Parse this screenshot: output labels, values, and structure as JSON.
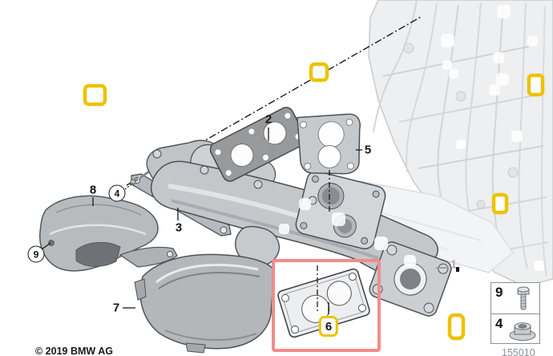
{
  "diagram": {
    "description": "Exploded technical parts drawing of an exhaust manifold with gaskets, heat shields, bracket and fasteners next to an engine block"
  },
  "callouts": {
    "c1": "1",
    "c2": "2",
    "c3": "3",
    "c4": "4",
    "c5": "5",
    "c6": "6",
    "c7": "7",
    "c8": "8",
    "c9": "9"
  },
  "legend": {
    "rows": [
      {
        "label": "9",
        "icon": "hex-head-bolt-icon"
      },
      {
        "label": "4",
        "icon": "flange-nut-icon"
      }
    ]
  },
  "footer": {
    "copyright": "© 2019 BMW AG",
    "sheet_number": "155010"
  },
  "colors": {
    "hotspot_yellow": "#eec200",
    "selection_highlight_red": "#f28c8c",
    "label_black": "#141414",
    "muted_label_gray": "#a9adb0",
    "sheet_number_gray": "#8d9297"
  }
}
